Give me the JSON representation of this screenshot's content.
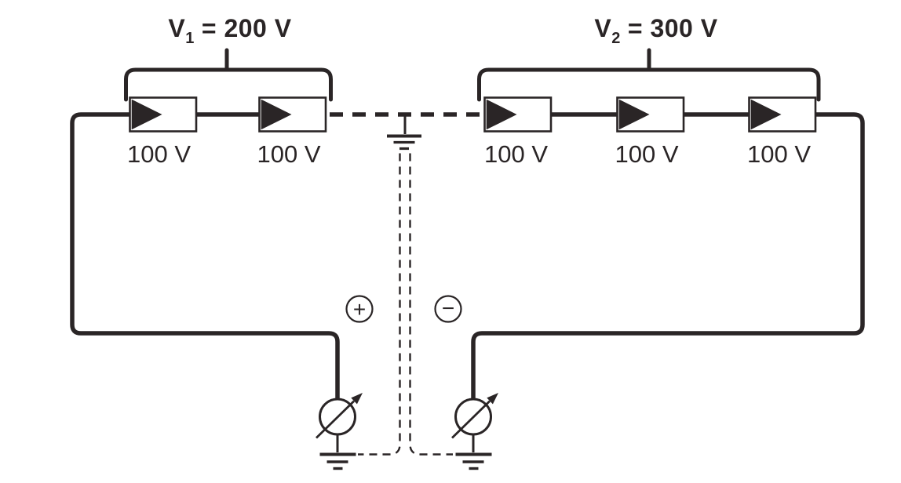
{
  "colors": {
    "ink": "#2a2526",
    "background": "#ffffff"
  },
  "string1": {
    "symbol": "V",
    "subscript": "1",
    "equation": "= 200 V",
    "module_labels": [
      "100 V",
      "100 V"
    ]
  },
  "string2": {
    "symbol": "V",
    "subscript": "2",
    "equation": "= 300 V",
    "module_labels": [
      "100 V",
      "100 V",
      "100 V"
    ]
  },
  "terminals": {
    "positive": "+",
    "negative": "−"
  }
}
